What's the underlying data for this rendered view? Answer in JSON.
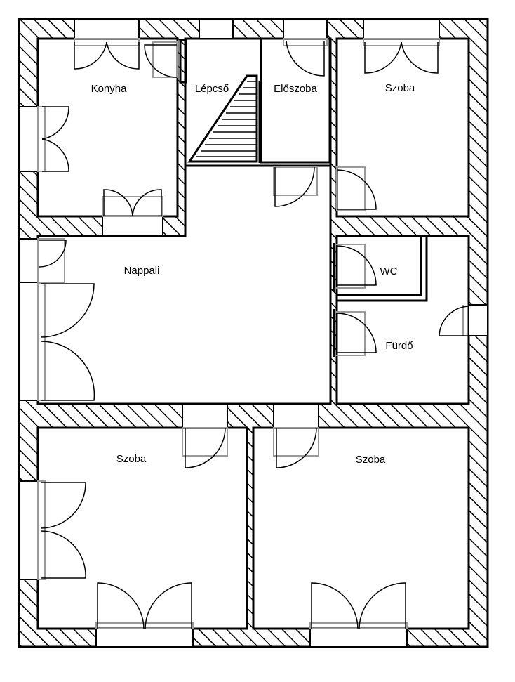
{
  "rooms": {
    "konyha": "Konyha",
    "lepcso": "Lépcső",
    "eloszoba": "Előszoba",
    "szoba_ne": "Szoba",
    "nappali": "Nappali",
    "wc": "WC",
    "furdo": "Fürdő",
    "szoba_sw": "Szoba",
    "szoba_se": "Szoba"
  },
  "colors": {
    "line": "#000000",
    "frame": "#9a9a9a",
    "background": "#ffffff"
  }
}
